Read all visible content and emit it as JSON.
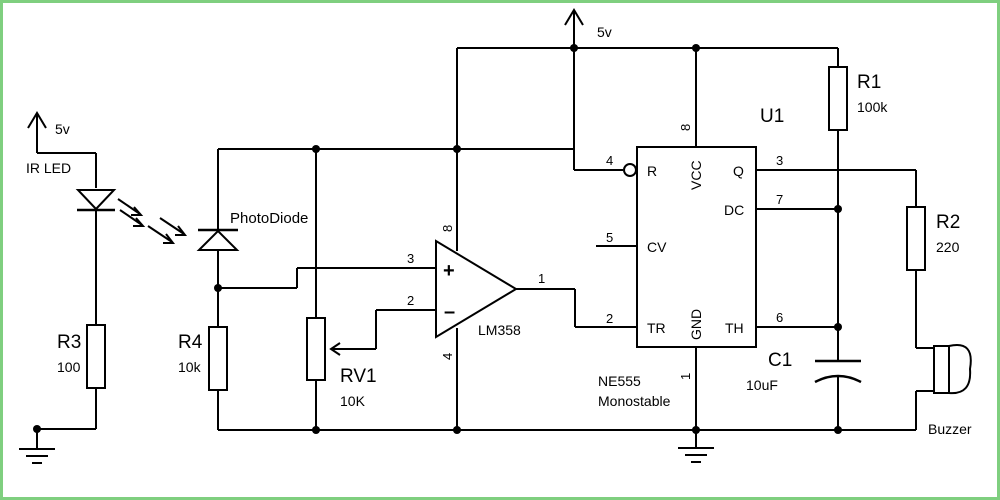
{
  "labels": {
    "supply_5v": "5v",
    "ir_led": "IR LED",
    "photodiode": "PhotoDiode",
    "r3_name": "R3",
    "r3_value": "100",
    "r4_name": "R4",
    "r4_value": "10k",
    "rv1_name": "RV1",
    "rv1_value": "10K",
    "opamp_name": "LM358",
    "op_pin_plus": "+",
    "op_pin_minus": "–",
    "op_pin3": "3",
    "op_pin2": "2",
    "op_pin1": "1",
    "op_pin8": "8",
    "op_pin4": "4",
    "u1_name": "U1",
    "ic_name": "NE555",
    "ic_mode": "Monostable",
    "pin_r": "R",
    "pin_vcc": "VCC",
    "pin_q": "Q",
    "pin_dc": "DC",
    "pin_cv": "CV",
    "pin_tr": "TR",
    "pin_gnd": "GND",
    "pin_th": "TH",
    "pin_num_4": "4",
    "pin_num_8": "8",
    "pin_num_3": "3",
    "pin_num_7": "7",
    "pin_num_5": "5",
    "pin_num_2": "2",
    "pin_num_6": "6",
    "pin_num_1": "1",
    "r1_name": "R1",
    "r1_value": "100k",
    "r2_name": "R2",
    "r2_value": "220",
    "c1_name": "C1",
    "c1_value": "10uF",
    "buzzer": "Buzzer"
  }
}
